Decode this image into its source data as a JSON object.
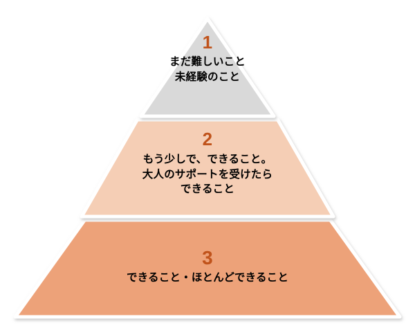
{
  "diagram": {
    "type": "pyramid",
    "title": "",
    "background_color": "#FFFFFF",
    "number_color": "#C0531B",
    "text_color": "#000000",
    "border_color": "#FFFFFF",
    "tiers": [
      {
        "id": "tier-1",
        "position": "top",
        "number": "1",
        "fill_color": "#D9D9D9",
        "lines": [
          "まだ難しいこと",
          "未経験のこと"
        ]
      },
      {
        "id": "tier-2",
        "position": "middle",
        "number": "2",
        "fill_color": "#F5CEB5",
        "lines": [
          "もう少しで、できること。",
          "大人のサポートを受けたら",
          "できること"
        ]
      },
      {
        "id": "tier-3",
        "position": "bottom",
        "number": "3",
        "fill_color": "#EDA279",
        "lines": [
          "できること・ほとんどできること"
        ]
      }
    ]
  }
}
